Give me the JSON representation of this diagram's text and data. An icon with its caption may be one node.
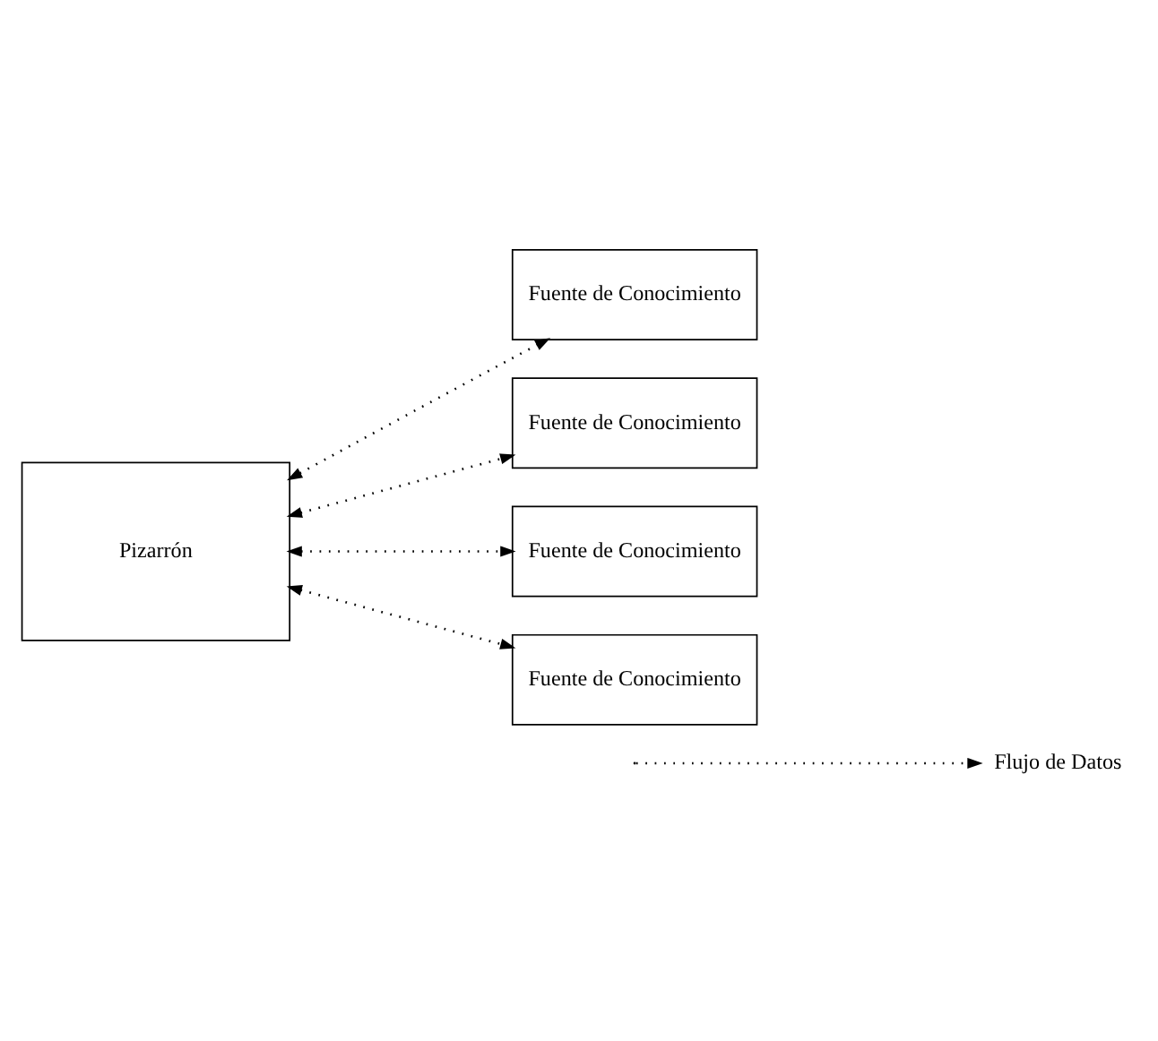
{
  "diagram": {
    "nodes": [
      {
        "text": [
          "Pizarrón"
        ]
      },
      {
        "text": [
          "Fuente de Conocimiento"
        ]
      },
      {
        "text": [
          "Fuente de Conocimiento"
        ]
      },
      {
        "text": [
          "Fuente de Conocimiento"
        ]
      },
      {
        "text": [
          "Fuente de Conocimiento"
        ]
      }
    ],
    "edges": [
      {
        "from": 0,
        "to": 1,
        "arrow": "both",
        "style": "dashed"
      },
      {
        "from": 0,
        "to": 2,
        "arrow": "both",
        "style": "dashed"
      },
      {
        "from": 0,
        "to": 3,
        "arrow": "both",
        "style": "dashed"
      },
      {
        "from": 0,
        "to": 4,
        "arrow": "both",
        "style": "dashed"
      }
    ],
    "legend": [
      {
        "text": "Flujo de Datos"
      }
    ]
  }
}
